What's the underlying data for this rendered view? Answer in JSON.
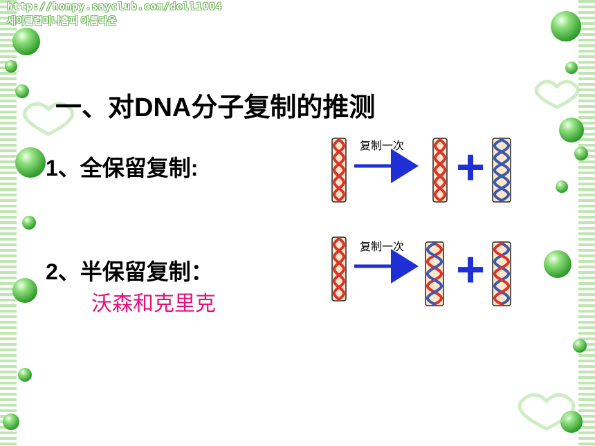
{
  "header": {
    "url": "http://hompy.sayclub.com/doll1004",
    "subtitle": "세이클럽미니홈피 아름다운"
  },
  "slide": {
    "title": "一、对DNA分子复制的推测",
    "items": [
      {
        "label": "1、全保留复制:"
      },
      {
        "label": "2、半保留复制：",
        "note": "沃森和克里克"
      }
    ]
  },
  "diagram": {
    "arrow_label_1": "复制一次",
    "arrow_label_2": "复制一次",
    "plus": "+",
    "colors": {
      "parent_strand": "#d9332b",
      "new_strand": "#3a58b0",
      "arrow": "#1e2fd6",
      "plus": "#1e2fd6",
      "background_box": "#fbe6c7"
    }
  }
}
